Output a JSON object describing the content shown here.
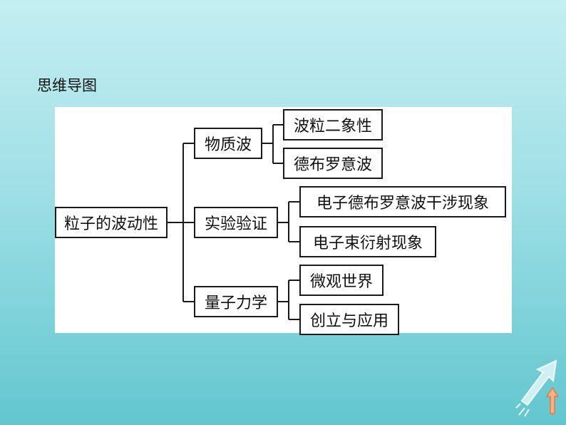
{
  "title": "思维导图",
  "mindmap": {
    "root": "粒子的波动性",
    "branches": [
      {
        "label": "物质波",
        "children": [
          "波粒二象性",
          "德布罗意波"
        ]
      },
      {
        "label": "实验验证",
        "children": [
          "电子德布罗意波干涉现象",
          "电子束衍射现象"
        ]
      },
      {
        "label": "量子力学",
        "children": [
          "微观世界",
          "创立与应用"
        ]
      }
    ]
  },
  "colors": {
    "line": "#1a1a1a",
    "background_top": "#c4eef2",
    "background_bottom": "#62c6cf"
  },
  "decoration": {
    "icon": "arrow-up-icon"
  }
}
